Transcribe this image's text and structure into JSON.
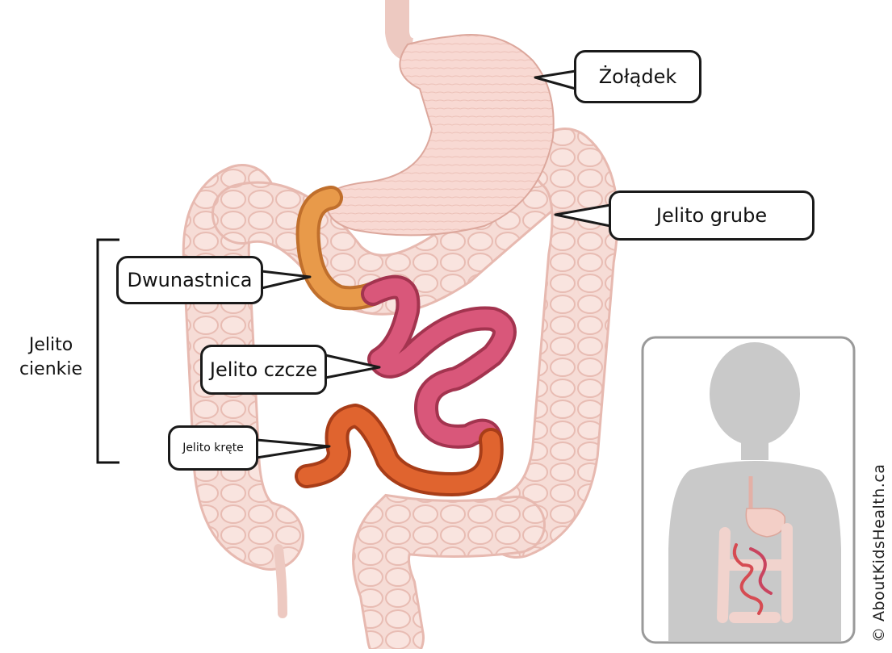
{
  "labels": {
    "stomach": "Żołądek",
    "large_intestine": "Jelito grube",
    "duodenum": "Dwunastnica",
    "jejunum": "Jelito czcze",
    "ileum": "Jelito kręte",
    "small_intestine_line1": "Jelito",
    "small_intestine_line2": "cienkie"
  },
  "copyright": "© AboutKidsHealth.ca",
  "colors": {
    "colon_fill": "#f6dcd6",
    "colon_stroke": "#e7b9b0",
    "stomach_fill": "#f8d9d3",
    "duodenum": "#e89a4a",
    "jejunum": "#d9577a",
    "ileum": "#e0642f",
    "silhouette": "#c9c9c9",
    "inset_border": "#9a9a9a"
  }
}
